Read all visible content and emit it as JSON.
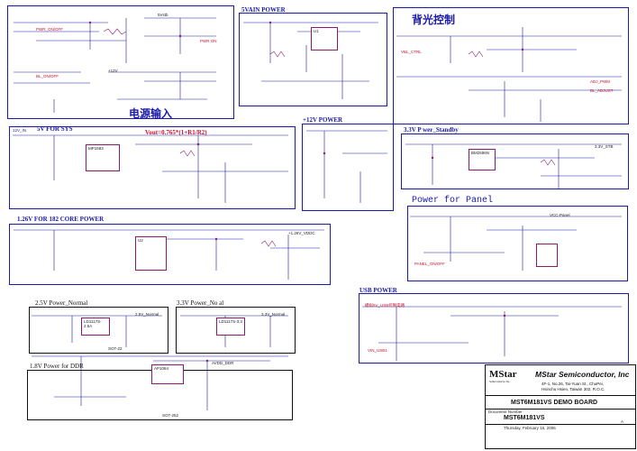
{
  "sections": {
    "power_input": {
      "title": "电源输入"
    },
    "p5vain": {
      "title": "5VAIN POWER"
    },
    "backlight": {
      "title": "背光控制"
    },
    "p12v": {
      "title": "+12V POWER"
    },
    "p5vsys": {
      "title": "5V FOR SYS",
      "formula": "Vout=0.765*(1+R1/R2)"
    },
    "p33vstb": {
      "title": "3.3V P wer_Standby"
    },
    "panel": {
      "title": "Power for Panel"
    },
    "core": {
      "title": "1.26V FOR 182 CORE POWER"
    },
    "p25v": {
      "title": "2.5V Power_Normal"
    },
    "p33vn": {
      "title": "3.3V Power_No   al"
    },
    "usb": {
      "title": "USB POWER"
    },
    "ddr": {
      "title": "1.8V Power for DDR"
    }
  },
  "labels": {
    "v12in": "12V_IN",
    "pwr_on": "PWR ON",
    "pwr_on_off": "PWR_ON/OFF",
    "bl_on_off": "BL_ON/OFF",
    "bl_adjust": "BL_ADJUST",
    "vbl_ctrl": "VBL_CTRL",
    "adj_pwm": "ADJ_PWM",
    "v5_stb": "5V_STB",
    "v33_stb": "3.3V_STB",
    "vcc_panel": "VCC-Panel",
    "panel_on_off": "PANEL_ON/OFF",
    "usb_on": "VIN_USB1",
    "avdd_ddr": "AVDD_DDR",
    "vdd_core": "+1.26V_VDDC",
    "v5": "5Vstb",
    "v12": "+12V",
    "v25": "2.5V_Normal",
    "v33": "3.3V_Normal",
    "sot22": "SOT-22",
    "sot252": "SOT-252",
    "u_chip1": "U1",
    "u_chip2": "U2",
    "ap1084": "AP1084",
    "ld1117": "LD1117S-2.5A",
    "ld1117b": "LD1117S-3.3",
    "mp1583": "MP1583",
    "usb_note": "模拟5V_USB控制电路",
    "vol_stb": "BM2596N"
  },
  "title_block": {
    "logo": "MStar",
    "logo_sub": "Semiconductor Inc.",
    "company": "MStar Semiconductor, Inc",
    "addr1": "4F-1, No.26, Tai-Yuan St., ChuPei,",
    "addr2": "Hsinchu Hsien, Taiwan 302, R.O.C.",
    "board": "MST6M181VS  DEMO BOARD",
    "doc_label": "Document Number",
    "doc": "MST6M181VS",
    "date": "Thursday, February 16, 2006",
    "sheet": "A"
  },
  "colors": {
    "wire": "#1a1aa8",
    "ic": "#8b1a6b",
    "net": "#c8102e",
    "frame": "#1a1aa8"
  }
}
